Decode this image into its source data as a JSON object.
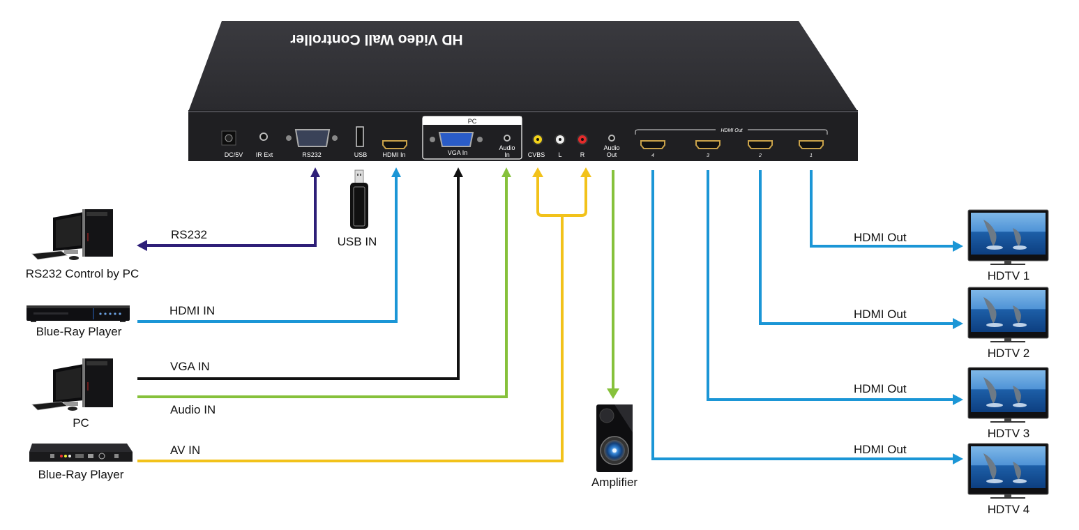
{
  "device": {
    "title": "HD Video Wall Controller",
    "ports": {
      "dc": "DC/5V",
      "ir": "IR Ext",
      "rs232": "RS232",
      "usb": "USB",
      "hdmi_in": "HDMI In",
      "pc_group": "PC",
      "vga_in": "VGA In",
      "audio_in_1": "Audio",
      "audio_in_2": "In",
      "cvbs": "CVBS",
      "l": "L",
      "r": "R",
      "audio_out_1": "Audio",
      "audio_out_2": "Out",
      "hdmi_out_group": "HDMI Out",
      "hdmi_out_numbers": [
        "4",
        "3",
        "2",
        "1"
      ]
    }
  },
  "sources": {
    "rs232_pc": "RS232 Control by PC",
    "bluray_1": "Blue-Ray Player",
    "pc": "PC",
    "bluray_2": "Blue-Ray Player",
    "usb": "USB IN",
    "amplifier": "Amplifier"
  },
  "connections": {
    "rs232": "RS232",
    "hdmi_in": "HDMI IN",
    "vga_in": "VGA IN",
    "audio_in": "Audio IN",
    "av_in": "AV IN",
    "hdmi_out": [
      "HDMI Out",
      "HDMI Out",
      "HDMI Out",
      "HDMI Out"
    ]
  },
  "displays": [
    "HDTV 1",
    "HDTV 2",
    "HDTV 3",
    "HDTV 4"
  ],
  "colors": {
    "rs232": "#2e1f78",
    "hdmi": "#1b96d6",
    "vga": "#111111",
    "audio": "#86c13b",
    "av": "#f2c21a",
    "device_body": "#2b2b2f"
  }
}
